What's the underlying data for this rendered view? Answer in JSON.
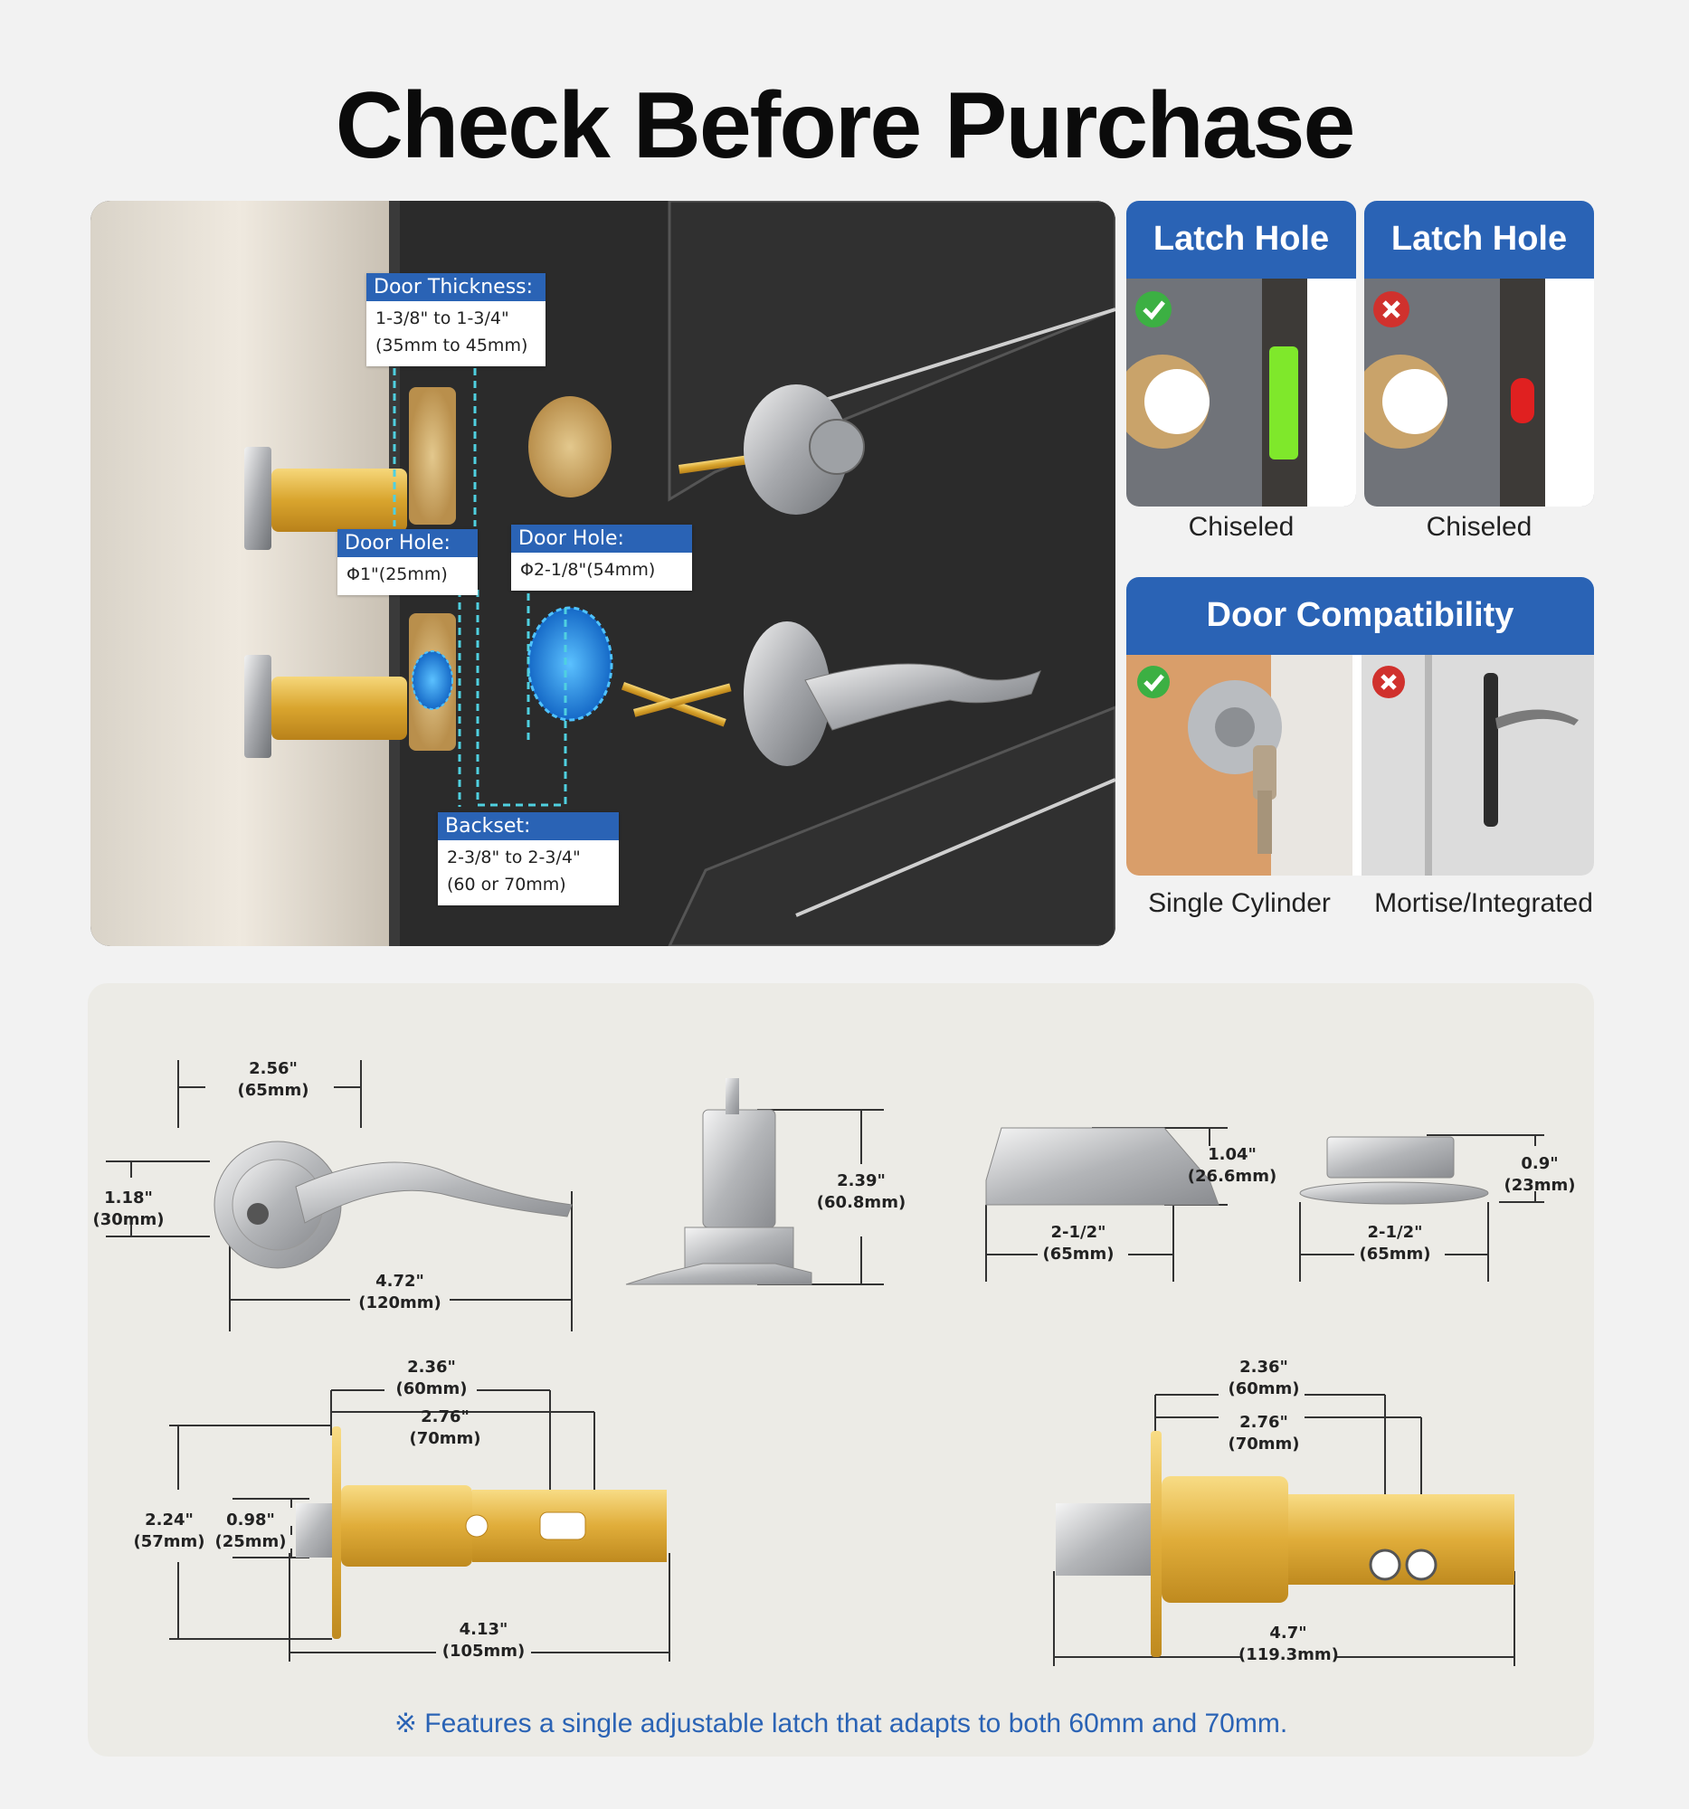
{
  "title": "Check Before Purchase",
  "door_diagram": {
    "door_thickness": {
      "label": "Door Thickness:",
      "line1": "1-3/8\" to  1-3/4\"",
      "line2": "(35mm to 45mm)"
    },
    "door_hole_small": {
      "label": "Door Hole:",
      "value": "Φ1\"(25mm)"
    },
    "door_hole_large": {
      "label": "Door Hole:",
      "value": "Φ2-1/8\"(54mm)"
    },
    "backset": {
      "label": "Backset:",
      "line1": "2-3/8\"  to  2-3/4\"",
      "line2": "(60 or 70mm)"
    }
  },
  "latch_hole": {
    "good": {
      "header": "Latch Hole",
      "caption": "Chiseled",
      "status_icon": "check-icon",
      "color": "#7fe82b"
    },
    "bad": {
      "header": "Latch Hole",
      "caption": "Chiseled",
      "status_icon": "cross-icon",
      "color": "#e02020"
    }
  },
  "door_compatibility": {
    "header": "Door Compatibility",
    "good_caption": "Single Cylinder",
    "bad_caption": "Mortise/Integrated"
  },
  "dimensions": {
    "lever_width": [
      "2.56\"",
      "(65mm)"
    ],
    "lever_height": [
      "1.18\"",
      "(30mm)"
    ],
    "lever_length": [
      "4.72\"",
      "(120mm)"
    ],
    "cylinder_height": [
      "2.39\"",
      "(60.8mm)"
    ],
    "rose_height": [
      "1.04\"",
      "(26.6mm)"
    ],
    "rose_width": [
      "2-1/2\"",
      "(65mm)"
    ],
    "inner_height": [
      "0.9\"",
      "(23mm)"
    ],
    "inner_width": [
      "2-1/2\"",
      "(65mm)"
    ],
    "latch_backset_60": [
      "2.36\"",
      "(60mm)"
    ],
    "latch_backset_70": [
      "2.76\"",
      "(70mm)"
    ],
    "latch_plate_height": [
      "2.24\"",
      "(57mm)"
    ],
    "latch_bolt_height": [
      "0.98\"",
      "(25mm)"
    ],
    "latch_length": [
      "4.13\"",
      "(105mm)"
    ],
    "deadbolt_backset_60": [
      "2.36\"",
      "(60mm)"
    ],
    "deadbolt_backset_70": [
      "2.76\"",
      "(70mm)"
    ],
    "deadbolt_length": [
      "4.7\"",
      "(119.3mm)"
    ]
  },
  "note": "※ Features a single adjustable latch that adapts to both 60mm and 70mm.",
  "colors": {
    "accent": "#2a63b5",
    "check": "#3cb043",
    "cross": "#d0312d",
    "brass": "#e0b23a"
  }
}
